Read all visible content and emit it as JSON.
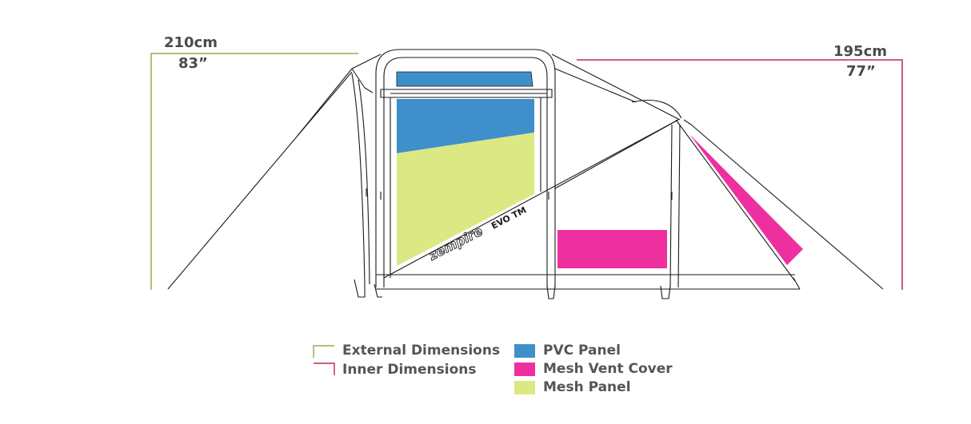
{
  "dimensions": {
    "external": {
      "cm": "210cm",
      "inch": "83”",
      "color": "#8fb04a"
    },
    "inner": {
      "cm": "195cm",
      "inch": "77”",
      "color": "#c0294a"
    }
  },
  "brand": {
    "logo_text": "zempire",
    "model_text": "EVO TM"
  },
  "legend": {
    "line_items": [
      {
        "label": "External Dimensions",
        "color": "#8fb04a"
      },
      {
        "label": "Inner Dimensions",
        "color": "#c0294a"
      }
    ],
    "swatch_items": [
      {
        "label": "PVC Panel",
        "color": "#3f8fcb"
      },
      {
        "label": "Mesh Vent Cover",
        "color": "#ee2fa0"
      },
      {
        "label": "Mesh Panel",
        "color": "#dbe883"
      }
    ]
  },
  "colors": {
    "outline": "#1a1a1a",
    "pvc": "#3f8fcb",
    "mesh_vent": "#ee2fa0",
    "mesh_panel": "#dbe883"
  }
}
